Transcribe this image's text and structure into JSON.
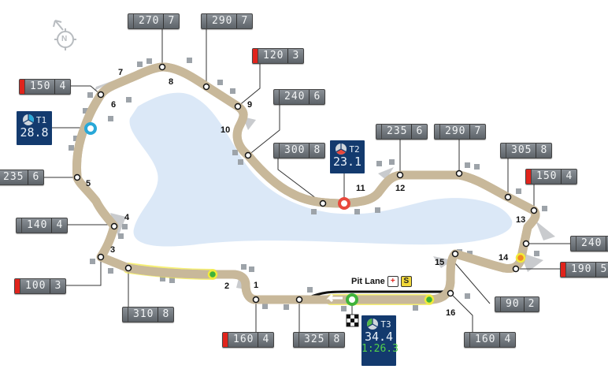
{
  "compass": {
    "label": "N"
  },
  "speed_boxes": [
    {
      "speed": "270",
      "gear": "7",
      "braking": false
    },
    {
      "speed": "290",
      "gear": "7",
      "braking": false
    },
    {
      "speed": "120",
      "gear": "3",
      "braking": true
    },
    {
      "speed": "150",
      "gear": "4",
      "braking": true
    },
    {
      "speed": "240",
      "gear": "6",
      "braking": false
    },
    {
      "speed": "235",
      "gear": "6",
      "braking": false
    },
    {
      "speed": "300",
      "gear": "8",
      "braking": false
    },
    {
      "speed": "235",
      "gear": "6",
      "braking": false
    },
    {
      "speed": "290",
      "gear": "7",
      "braking": false
    },
    {
      "speed": "305",
      "gear": "8",
      "braking": false
    },
    {
      "speed": "150",
      "gear": "4",
      "braking": true
    },
    {
      "speed": "140",
      "gear": "4",
      "braking": false
    },
    {
      "speed": "240",
      "gear": "",
      "braking": false
    },
    {
      "speed": "100",
      "gear": "3",
      "braking": true
    },
    {
      "speed": "190",
      "gear": "5",
      "braking": true
    },
    {
      "speed": "310",
      "gear": "8",
      "braking": false
    },
    {
      "speed": "90",
      "gear": "2",
      "braking": false
    },
    {
      "speed": "160",
      "gear": "4",
      "braking": true
    },
    {
      "speed": "325",
      "gear": "8",
      "braking": false
    },
    {
      "speed": "160",
      "gear": "4",
      "braking": false
    }
  ],
  "sectors": [
    {
      "label": "T1",
      "time": "28.8",
      "color": "#29a8d8"
    },
    {
      "label": "T2",
      "time": "23.1",
      "color": "#e8483c"
    },
    {
      "label": "T3",
      "time": "34.4",
      "lap": "1:26.3",
      "color": "#53b947"
    }
  ],
  "corners": [
    "1",
    "2",
    "3",
    "4",
    "5",
    "6",
    "7",
    "8",
    "9",
    "10",
    "11",
    "12",
    "13",
    "14",
    "15",
    "16"
  ],
  "pit_lane": {
    "label": "Pit Lane",
    "medical_icon": "+",
    "safety_icon": "S"
  },
  "colors": {
    "track": "#111111",
    "track_edge": "#c8b89a",
    "lake": "#dbe8f7",
    "drs": "#f2ea3a"
  }
}
